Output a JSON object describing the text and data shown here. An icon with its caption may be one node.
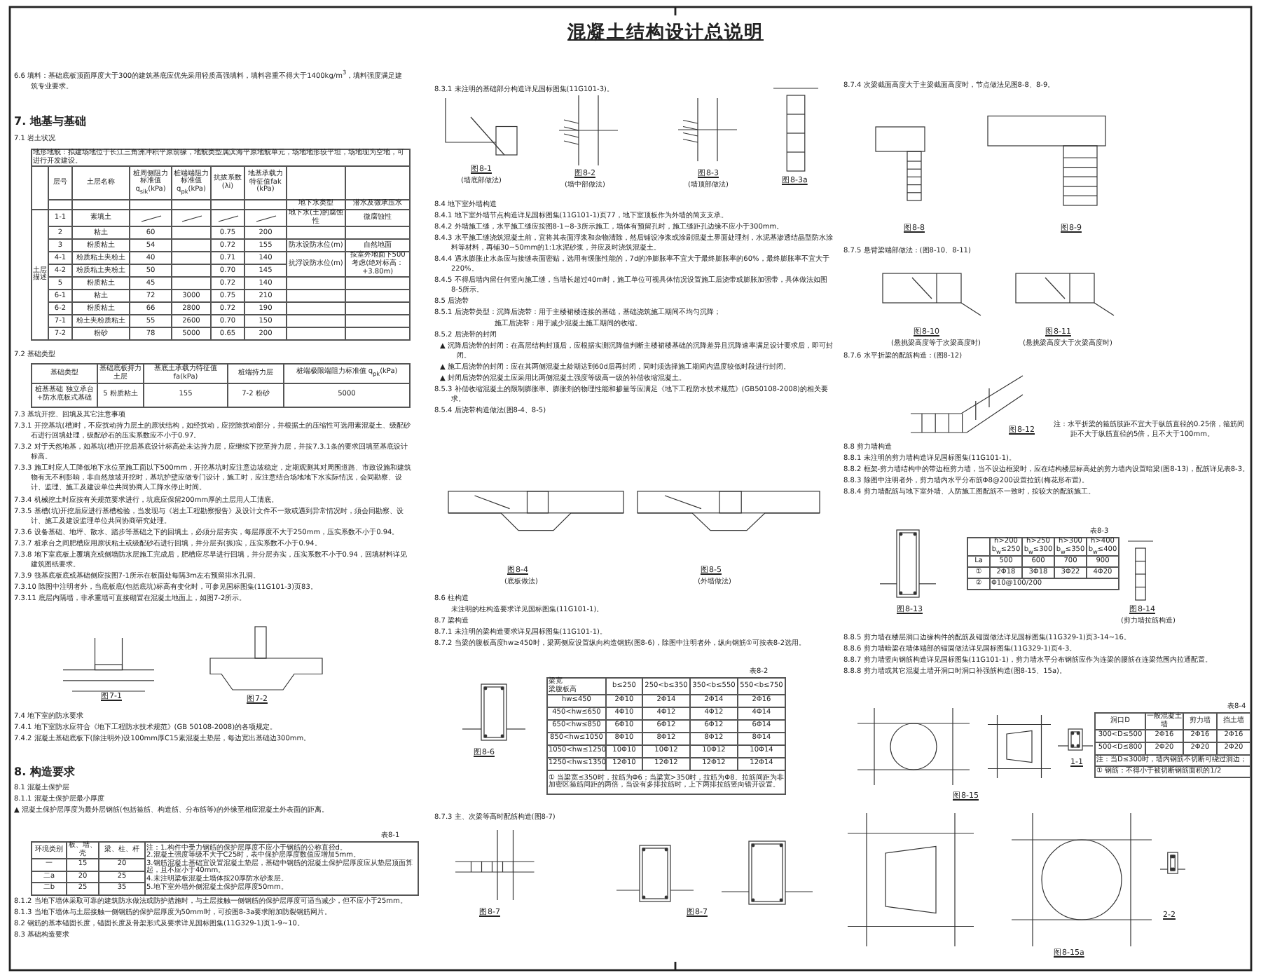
{
  "diagram": {
    "title": "混凝土结构设计总说明",
    "labels": [
      "6.6 填料：基础底板顶面厚度大于300的建筑基底应优先采用轻质高强填料，填料容重不得大于1400kg/m$^{3}$，填料强度满足建筑专业要求。",
      "7. 地基与基础",
      "7.1 岩土状况",
      "地形地貌：拟建场地位于长江三角洲冲积平原前缘，地貌类型属滨海平原地貌单元，场地地形较平坦，场地现为空地，可进行开发建设。",
      "层号",
      "土层名称",
      "桩周侧阻力标准值 q$_{sik}$(kPa)",
      "桩端端阻力标准值 q$_{pk}$(kPa)",
      "抗拔系数 (λi)",
      "地基承载力特征值fak (kPa)",
      "地下水类型",
      "潜水及微承压水",
      "土层描述",
      "1-1",
      "素填土",
      "地下水(土)的腐蚀性",
      "微腐蚀性",
      "2",
      "粘土",
      "60",
      "0.75",
      "200",
      "3",
      "粉质粘土",
      "54",
      "0.72",
      "155",
      "防水设防水位(m)",
      "自然地面",
      "4-1",
      "粉质粘土夹粉土",
      "40",
      "0.71",
      "140",
      "抗浮设防水位(m)",
      "按室外地面下500考虑(绝对标高：+3.80m)",
      "4-2",
      "粉质粘土夹粉土",
      "50",
      "0.70",
      "145",
      "5",
      "粉质粘土",
      "45",
      "0.72",
      "140",
      "6-1",
      "粘土",
      "72",
      "3000",
      "0.75",
      "210",
      "6-2",
      "粉质粘土",
      "66",
      "2800",
      "0.72",
      "190",
      "7-1",
      "粉土夹粉质粘土",
      "55",
      "2600",
      "0.70",
      "150",
      "7-2",
      "粉砂",
      "78",
      "5000",
      "0.65",
      "200",
      "7.2 基础类型",
      "基础类型",
      "基础底板持力土层",
      "基底土承载力特征值 fa(kPa)",
      "桩端持力层",
      "桩端极限端阻力标准值 q$_{pk}$(kPa)",
      "桩基基础 独立承台+防水底板式基础",
      "5 粉质粘土",
      "155",
      "7-2 粉砂",
      "5000",
      "7.3 基坑开挖、回填及其它注意事项",
      "7.3.1 开挖基坑(槽)时，不应扰动持力层土的原状结构，如经扰动，应挖除扰动部分，并根据土的压缩性可选用素混凝土、级配砂石进行回填处理，级配砂石的压实系数应不小于0.97。",
      "7.3.2 对于天然地基，如基坑(槽)开挖后基底设计标高处未达持力层，应继续下挖至持力层，并按7.3.1条的要求回填至基底设计标高。",
      "7.3.3 施工时应人工降低地下水位至施工面以下500mm，开挖基坑时应注意边坡稳定，定期观测其对周围道路、市政设施和建筑物有无不利影响，非自然放坡开挖时，基坑护壁应做专门设计，施工时，应注意结合场地地下水实际情况，会同勘察、设计、监理、施工及建设单位共同协商人工降水停止时间。",
      "7.3.4 机械挖土时应按有关规范要求进行，坑底应保留200mm厚的土层用人工清底。",
      "7.3.5 基槽(坑)开挖后应进行基槽检验，当发现与《岩土工程勘察报告》及设计文件不一致或遇到异常情况时，须会同勘察、设计、施工及建设监理单位共同协商研究处理。",
      "7.3.6 设备基础、地坪、散水、踏步等基础之下的回填土，必须分层夯实，每层厚度不大于250mm，压实系数不小于0.94。",
      "7.3.7 桩承台之间肥槽应用原状粘土或级配砂石进行回填，并分层夯(振)实，压实系数不小于0.94。",
      "7.3.8 地下室底板上覆填充或侧墙防水层施工完成后，肥槽应尽早进行回填，并分层夯实，压实系数不小于0.94，回填材料详见建筑图纸要求。",
      "7.3.9 筏基底板底或基础侧应按图7-1所示在板面处每隔3m左右预留排水孔洞。",
      "7.3.10 除图中注明者外，当底板底(包括底坑)标高有变化时，可参见国标图集(11G101-3)页83。",
      "7.3.11 底层内隔墙，非承重墙可直接砌置在混凝土地面上，如图7-2所示。",
      "图7-1",
      "图7-2",
      "7.4 地下室的防水要求",
      "7.4.1 地下室防水应符合《地下工程防水技术规范》(GB 50108-2008)的各项规定。",
      "7.4.2 混凝土基础底板下(除注明外)设100mm厚C15素混凝土垫层，每边宽出基础边300mm。",
      "8. 构造要求",
      "8.1 混凝土保护层",
      "8.1.1 混凝土保护层最小厚度",
      "▲ 混凝土保护层厚度为最外层钢筋(包括箍筋、构造筋、分布筋等)的外缘至相应混凝土外表面的距离。",
      "表8-1",
      "环境类别",
      "板、墙、壳",
      "梁、柱、杆",
      "注：1.构件中受力钢筋的保护层厚度不应小于钢筋的公称直径d。",
      "2.混凝土强度等级不大于C25时，表中保护层厚度数值应增加5mm。",
      "3.钢筋混凝土基础宜设置混凝土垫层，基础中钢筋的混凝土保护层厚度应从垫层顶面算起，且不应小于40mm。",
      "4.未注明梁板混凝土墙体按20厚防水砂浆层。",
      "5.地下室外墙外侧混凝土保护层厚度50mm。",
      "一",
      "15",
      "20",
      "二a",
      "20",
      "25",
      "二b",
      "25",
      "35",
      "8.1.2 当地下墙体采取可靠的建筑防水做法或防护措施时，与土层接触一侧钢筋的保护层厚度可适当减少，但不应小于25mm。",
      "8.1.3 当地下墙体与土层接触一侧钢筋的保护层厚度为50mm时，可按图8-3a要求附加防裂钢筋网片。",
      "8.2 钢筋的基本锚固长度，锚固长度及骨架形式及要求详见国标图集(11G329-1)页1-9~10。",
      "8.3 基础构造要求",
      "8.3.1 未注明的基础部分构造详见国标图集(11G101-3)。",
      "图8-1",
      "(墙底部做法)",
      "图8-2",
      "(墙中部做法)",
      "图8-3",
      "(墙顶部做法)",
      "图8-3a",
      "8.4 地下室外墙构造",
      "8.4.1 地下室外墙节点构造详见国标图集(11G101-1)页77，地下室顶板作为外墙的简支支承。",
      "8.4.2 外墙施工缝，水平施工缝应按图8-1~8-3所示施工，墙体有预留孔时，施工缝距孔边缘不应小于300mm。",
      "8.4.3 水平施工缝浇筑混凝土前，宜将其表面浮浆和杂物清除，然后铺设净浆或涂刷混凝土界面处理剂，水泥基渗透结晶型防水涂料等材料，再铺30~50mm的1:1水泥砂浆，并应及时浇筑混凝土。",
      "8.4.4 遇水膨胀止水条应与接缝表面密贴，选用有缓胀性能的，7d的净膨胀率不宜大于最终膨胀率的60%，最终膨胀率不宜大于220%。",
      "8.4.5 不得后墙内留任何竖向施工缝，当墙长超过40m时，施工单位可视具体情况设置施工后浇带或膨胀加强带，具体做法如图8-5所示。",
      "8.5 后浇带",
      "8.5.1 后浇带类型：沉降后浇带：用于主楼裙楼连接的基础，基础浇筑施工期间不均匀沉降；",
      "施工后浇带：用于减少混凝土施工期间的收缩。",
      "8.5.2 后浇带的封闭",
      "▲ 沉降后浇带的封闭：在高层结构封顶后，应根据实测沉降值判断主楼裙楼基础的沉降差异且沉降速率满足设计要求后，即可封闭。",
      "▲ 施工后浇带的封闭：应在其两侧混凝土龄期达到60d后再封闭，同时须选择施工期间内温度较低时段进行封闭。",
      "▲ 封闭后浇带的混凝土应采用比两侧混凝土强度等级高一级的补偿收缩混凝土。",
      "8.5.3 补偿收缩混凝土的限制膨胀率、膨胀剂的物理性能和掺量等应满足《地下工程防水技术规范》(GB50108-2008)的相关要求。",
      "8.5.4 后浇带构造做法(图8-4、8-5)",
      "图8-4",
      "(底板做法)",
      "图8-5",
      "(外墙做法)",
      "8.6 柱构造",
      "未注明的柱构造要求详见国标图集(11G101-1)。",
      "8.7 梁构造",
      "8.7.1 未注明的梁构造要求详见国标图集(11G101-1)。",
      "8.7.2 当梁的腹板高度hw≥450时，梁两侧应设置纵向构造钢筋(图8-6)，除图中注明者外，纵向钢筋①可按表8-2选用。",
      "图8-6",
      "表8-2",
      "梁宽",
      "梁腹板高",
      "b≤250",
      "250<b≤350",
      "350<b≤550",
      "550<b≤750",
      "hw≤450",
      "2Φ10",
      "2Φ14",
      "2Φ14",
      "2Φ16",
      "450<hw≤650",
      "4Φ10",
      "4Φ12",
      "4Φ12",
      "4Φ14",
      "650<hw≤850",
      "6Φ10",
      "6Φ12",
      "6Φ12",
      "6Φ14",
      "850<hw≤1050",
      "8Φ10",
      "8Φ12",
      "8Φ12",
      "8Φ14",
      "1050<hw≤1250",
      "10Φ10",
      "10Φ12",
      "10Φ12",
      "10Φ14",
      "1250<hw≤1350",
      "12Φ10",
      "12Φ12",
      "12Φ12",
      "12Φ14",
      "① 当梁宽≤350时，拉筋为Φ6；当梁宽>350时，拉筋为Φ8。拉筋间距为非加密区箍筋间距的两倍，当设有多排拉筋时，上下两排拉筋竖向错开设置。",
      "8.7.3 主、次梁等高时配筋构造(图8-7)",
      "图8-7",
      "图8-7",
      "8.7.4 次梁截面高度大于主梁截面高度时，节点做法见图8-8、8-9。",
      "图8-8",
      "图8-9",
      "8.7.5 悬臂梁端部做法：(图8-10、8-11)",
      "图8-10",
      "(悬挑梁高度等于次梁高度时)",
      "图8-11",
      "(悬挑梁高度大于次梁高度时)",
      "8.7.6 水平折梁的配筋构造：(图8-12)",
      "图8-12",
      "注：水平折梁的箍筋肢距不宜大于纵筋直径的0.25倍，箍筋间距不大于纵筋直径的5倍，且不大于100mm。",
      "8.8 剪力墙构造",
      "8.8.1 未注明的剪力墙构造详见国标图集(11G101-1)。",
      "8.8.2 框架-剪力墙结构中的带边框剪力墙，当不设边框梁时，应在结构楼层标高处的剪力墙内设置暗梁(图8-13)，配筋详见表8-3。",
      "8.8.3 除图中注明者外，剪力墙内水平分布筋Φ8@200设置拉筋(梅花形布置)。",
      "8.8.4 剪力墙配筋与地下室外墙、人防施工图配筋不一致时，按较大的配筋施工。",
      "图8-13",
      "表8-3",
      "h>200 b$_{w}$≤250",
      "h>250 b$_{w}$≤300",
      "h>300 b$_{w}$≤350",
      "h>400 b$_{w}$≤400",
      "La",
      "500",
      "600",
      "700",
      "900",
      "①",
      "2Φ18",
      "3Φ18",
      "3Φ22",
      "4Φ20",
      "②",
      "Φ10@100/200",
      "图8-14",
      "(剪力墙拉筋构造)",
      "8.8.5 剪力墙在楼层洞口边缘构件的配筋及锚固做法详见国标图集(11G329-1)页3-14~16。",
      "8.8.6 剪力墙暗梁在墙体端部的锚固做法详见国标图集(11G329-1)页4-3。",
      "8.8.7 剪力墙竖向钢筋构造详见国标图集(11G101-1)，剪力墙水平分布钢筋应作为连梁的腰筋在连梁范围内拉通配置。",
      "8.8.8 剪力墙或其它混凝土墙开洞口时洞口补强筋构造(图8-15、15a)。",
      "图8-15",
      "1-1",
      "表8-4",
      "洞口D",
      "一般混凝土墙",
      "剪力墙",
      "挡土墙",
      "300<D≤500",
      "2Φ16",
      "2Φ16",
      "2Φ16",
      "500<D≤800",
      "2Φ20",
      "2Φ20",
      "2Φ20",
      "注：当D≤300时，墙内钢筋不切断可绕过洞边；",
      "① 钢筋：不得小于被切断钢筋面积的1/2",
      "2-2",
      "图8-15a"
    ]
  }
}
